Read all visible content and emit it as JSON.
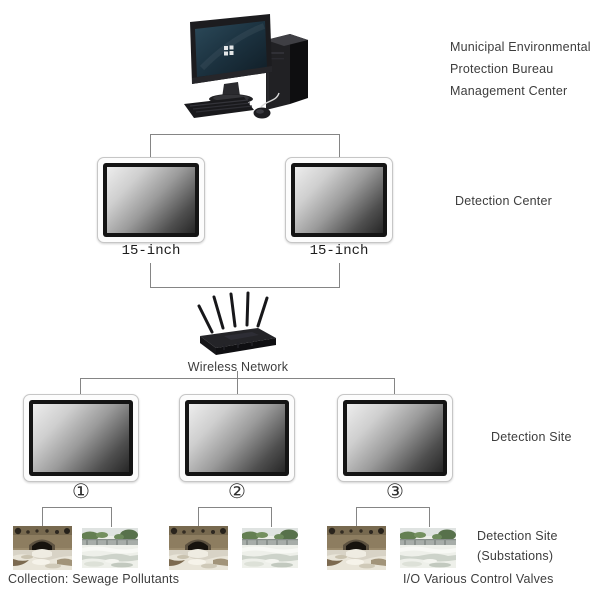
{
  "colors": {
    "background": "#ffffff",
    "connector_line": "#858585",
    "text": "#3d3d3d",
    "monitor_bezel": "#141414",
    "screen_gradient_light": "#ededed",
    "screen_gradient_dark": "#262626"
  },
  "management_center": {
    "icon": "desktop-computer-icon",
    "label_lines": [
      "Municipal Environmental",
      "Protection Bureau",
      "Management Center"
    ]
  },
  "detection_center": {
    "label": "Detection Center",
    "monitors": [
      {
        "label": "15-inch"
      },
      {
        "label": "15-inch"
      }
    ]
  },
  "wireless_network": {
    "icon": "wireless-router-icon",
    "label": "Wireless Network"
  },
  "detection_sites": {
    "label": "Detection Site",
    "stations": [
      {
        "number": "①"
      },
      {
        "number": "②"
      },
      {
        "number": "③"
      }
    ]
  },
  "substations": {
    "label_lines": [
      "Detection Site",
      "(Substations)"
    ],
    "photo_types": [
      "sewage-outfall-photo",
      "treatment-plant-photo"
    ]
  },
  "captions": {
    "left": "Collection: Sewage Pollutants",
    "right": "I/O Various Control Valves"
  }
}
